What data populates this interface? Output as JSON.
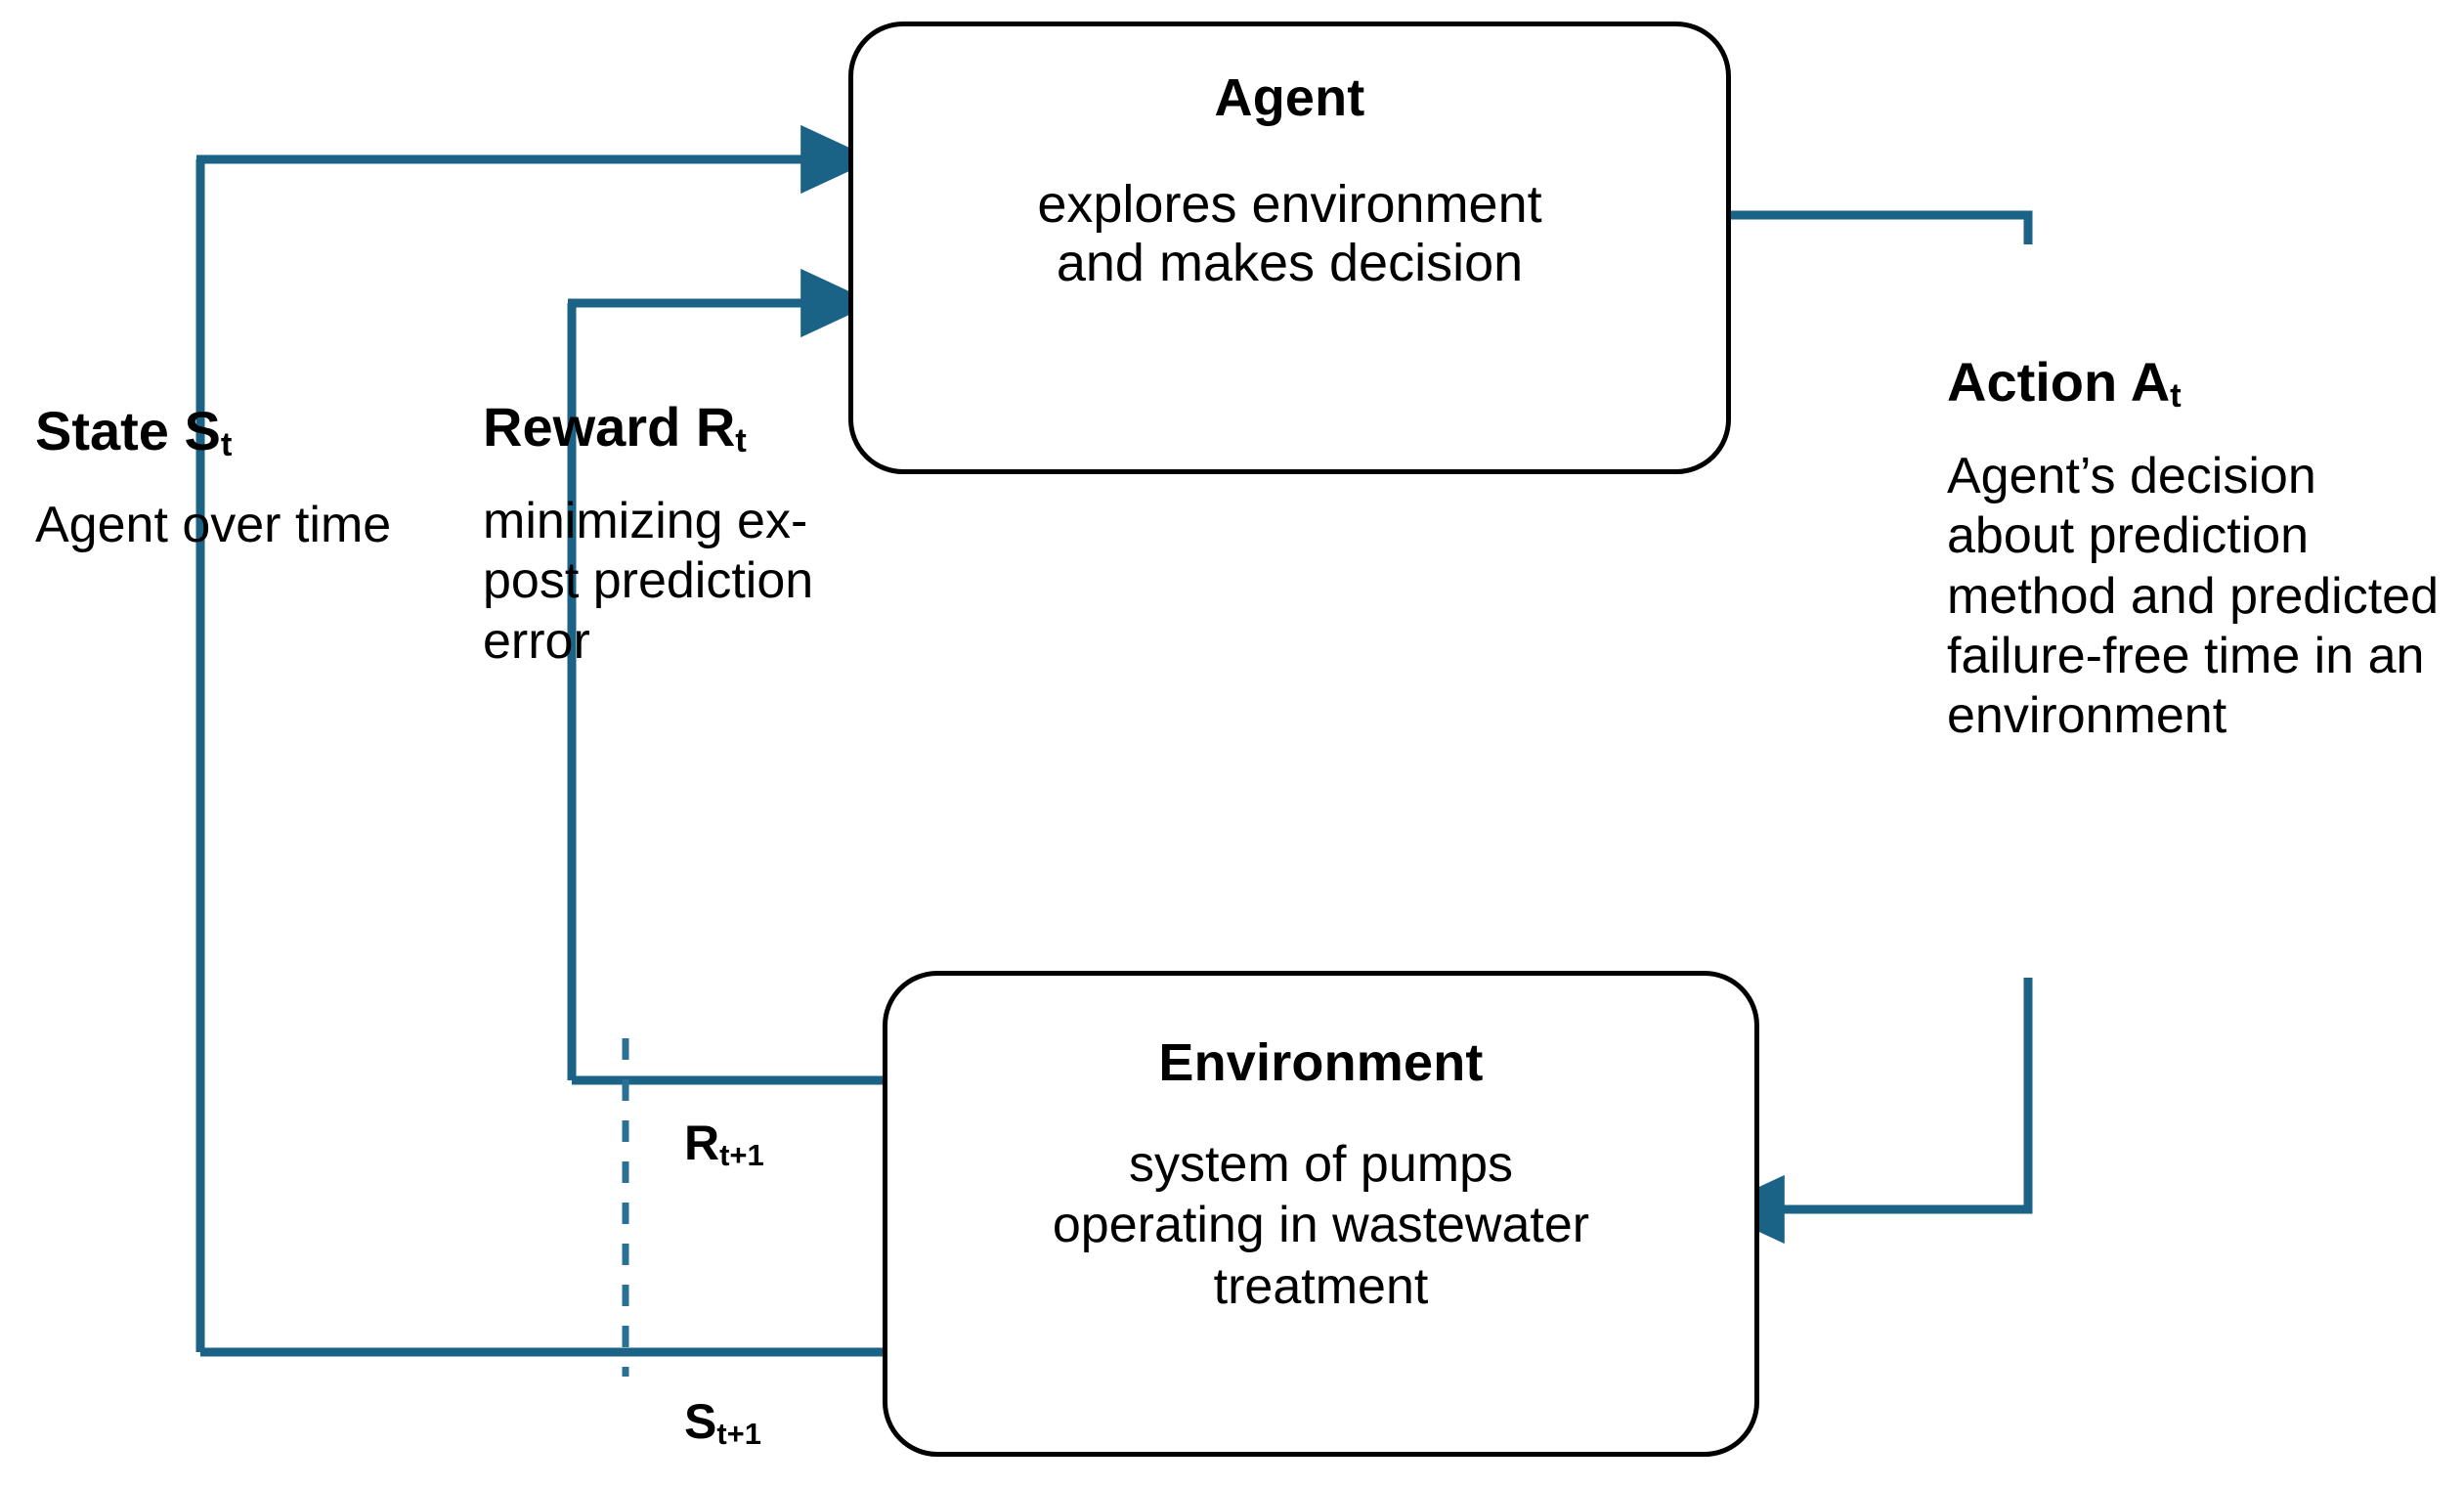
{
  "diagram": {
    "title": "Reinforcement learning agent-environment interaction loop",
    "accent_color": "#1b6287",
    "node_border_color": "#000000",
    "background_color": "#ffffff"
  },
  "nodes": {
    "agent": {
      "title": "Agent",
      "description_line1": "explores environment",
      "description_line2": "and makes decision"
    },
    "environment": {
      "title": "Environment",
      "description_line1": "system of pumps",
      "description_line2": "operating in wastewater",
      "description_line3": "treatment"
    }
  },
  "annotations": {
    "state": {
      "title": "State S",
      "subscript": "t",
      "description": "Agent over time"
    },
    "reward": {
      "title": "Reward R",
      "subscript": "t",
      "description": "minimizing ex-post prediction error"
    },
    "action": {
      "title": "Action A",
      "subscript": "t",
      "description": "Agent’s decision about prediction method and predicted failure-free time in an environment"
    }
  },
  "wire_labels": {
    "reward_next": {
      "symbol": "R",
      "subscript": "t+1"
    },
    "state_next": {
      "symbol": "S",
      "subscript": "t+1"
    }
  }
}
